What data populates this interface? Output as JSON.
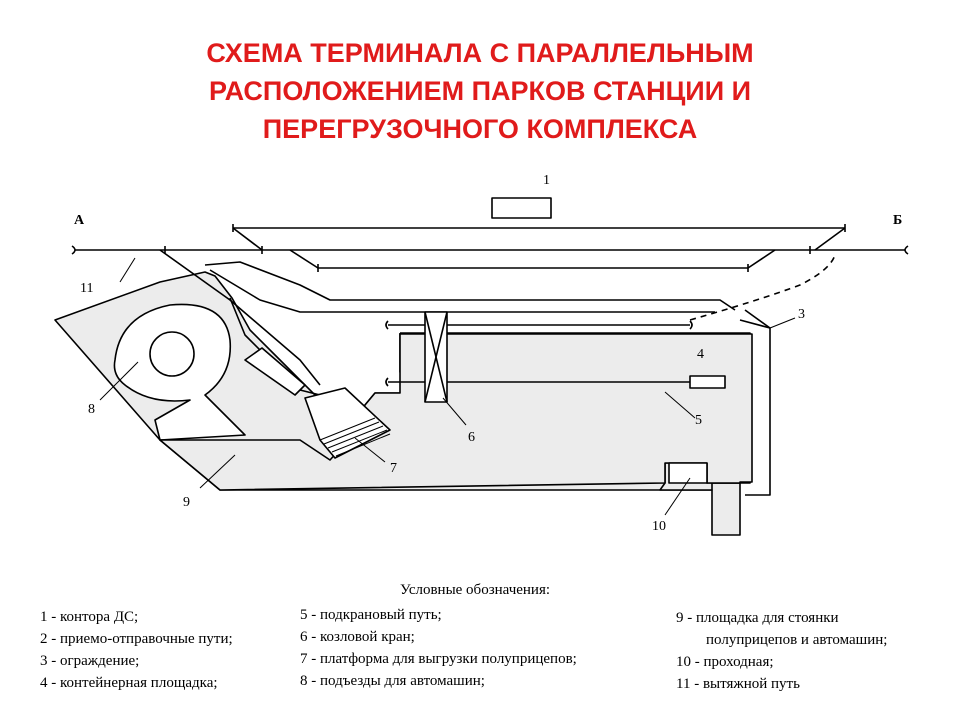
{
  "title": {
    "line1": "СХЕМА ТЕРМИНАЛА С ПАРАЛЛЕЛЬНЫМ",
    "line2": "РАСПОЛОЖЕНИЕМ  ПАРКОВ СТАНЦИИ И",
    "line3": "ПЕРЕГРУЗОЧНОГО КОМПЛЕКСА"
  },
  "diagram": {
    "end_a": "А",
    "end_b": "Б",
    "labels": {
      "n1": "1",
      "n3": "3",
      "n4": "4",
      "n5": "5",
      "n6": "6",
      "n7": "7",
      "n8": "8",
      "n9": "9",
      "n10": "10",
      "n11": "11"
    }
  },
  "legend": {
    "title": "Условные обозначения:",
    "col1": [
      "1 - контора ДС;",
      "2 - приемо-отправочные пути;",
      "3 - ограждение;",
      "4 - контейнерная площадка;"
    ],
    "col2": [
      "5 - подкрановый путь;",
      "6 - козловой кран;",
      "7 - платформа для выгрузки полуприцепов;",
      "8 - подъезды для автомашин;"
    ],
    "col3_item9_line1": "9 - площадка для стоянки",
    "col3_item9_line2": "полуприцепов и автомашин;",
    "col3": [
      "10 - проходная;",
      "11 - вытяжной путь"
    ]
  },
  "colors": {
    "title": "#e01b1b",
    "area_fill": "#ececec",
    "line": "#000000"
  }
}
